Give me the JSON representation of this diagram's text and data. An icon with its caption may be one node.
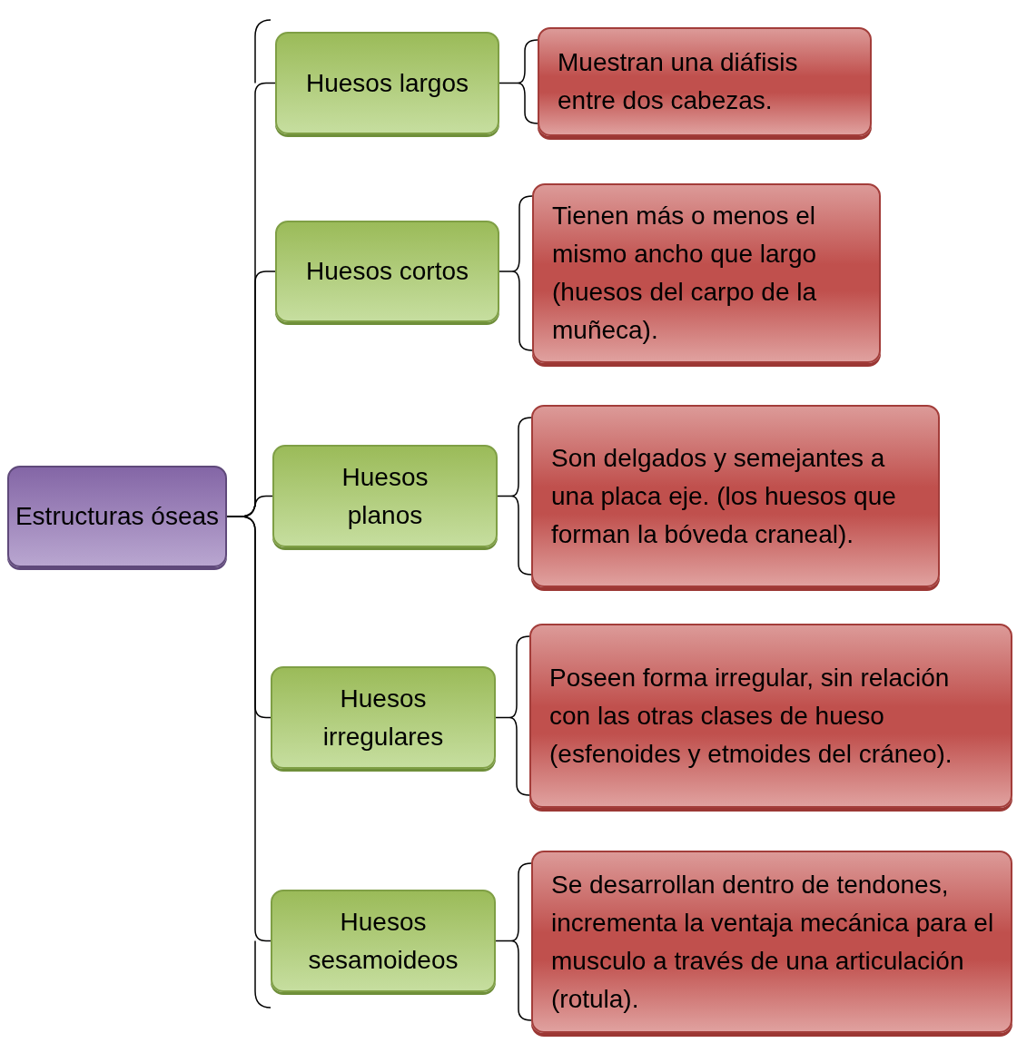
{
  "diagram": {
    "nodes": [
      {
        "text": [
          "Estructuras óseas"
        ]
      },
      {
        "text": [
          "Huesos largos"
        ]
      },
      {
        "text": [
          "Huesos cortos"
        ]
      },
      {
        "text": [
          "Huesos planos"
        ]
      },
      {
        "text": [
          "Huesos irregulares"
        ]
      },
      {
        "text": [
          "Huesos sesamoideos"
        ]
      },
      {
        "text": [
          "Muestran una diáfisis entre dos cabezas."
        ]
      },
      {
        "text": [
          "Tienen más o menos el mismo ancho que largo (huesos del carpo de la muñeca)."
        ]
      },
      {
        "text": [
          "Son delgados y semejantes a una placa eje. (los huesos que forman la bóveda craneal)."
        ]
      },
      {
        "text": [
          "Poseen forma irregular, sin relación con las otras clases de hueso (esfenoides y etmoides del cráneo)."
        ]
      },
      {
        "text": [
          "Se desarrollan dentro de tendones, incrementa la ventaja mecánica para el musculo a través de una articulación (rotula)."
        ]
      }
    ],
    "edges": [
      {
        "from": 0,
        "to": 1,
        "arrow": "none"
      },
      {
        "from": 0,
        "to": 2,
        "arrow": "none"
      },
      {
        "from": 0,
        "to": 3,
        "arrow": "none"
      },
      {
        "from": 0,
        "to": 4,
        "arrow": "none"
      },
      {
        "from": 0,
        "to": 5,
        "arrow": "none"
      },
      {
        "from": 1,
        "to": 6,
        "arrow": "none"
      },
      {
        "from": 2,
        "to": 7,
        "arrow": "none"
      },
      {
        "from": 3,
        "to": 8,
        "arrow": "none"
      },
      {
        "from": 4,
        "to": 9,
        "arrow": "none"
      },
      {
        "from": 5,
        "to": 10,
        "arrow": "none"
      }
    ]
  }
}
